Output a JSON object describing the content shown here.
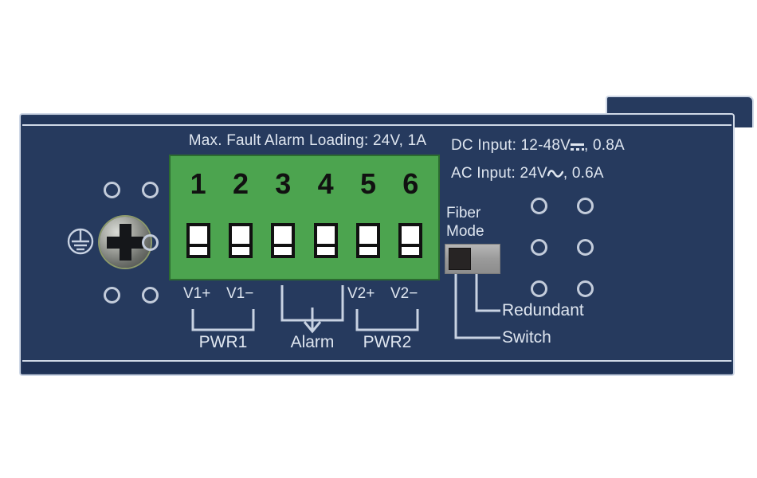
{
  "panel": {
    "alarm_loading_label": "Max. Fault Alarm Loading: 24V, 1A",
    "dc_input_prefix": "DC Input: 12-48V",
    "dc_input_suffix": ", 0.8A",
    "ac_input_prefix": "AC Input: 24V",
    "ac_input_suffix": ", 0.6A",
    "dc_symbol_name": "dc-current-symbol",
    "ac_symbol_name": "ac-current-symbol",
    "ground_symbol_name": "protective-earth-ground-icon",
    "ground_screw_name": "phillips-head-grounding-screw"
  },
  "terminal_block": {
    "numbers": [
      "1",
      "2",
      "3",
      "4",
      "5",
      "6"
    ],
    "color": "#4ca44f",
    "border_color": "#2c6b30"
  },
  "pin_labels": [
    {
      "text": "V1+"
    },
    {
      "text": "V1−"
    },
    {
      "text": "V2+"
    },
    {
      "text": "V2−"
    }
  ],
  "groups": [
    {
      "label": "PWR1"
    },
    {
      "label": "Alarm"
    },
    {
      "label": "PWR2"
    }
  ],
  "fiber_mode": {
    "line1": "Fiber",
    "line2": "Mode",
    "position_labels": [
      "Redundant",
      "Switch"
    ],
    "toggle_state": "Switch",
    "body_color": "#9a9a9a",
    "toggle_color": "#272424"
  },
  "colors": {
    "chassis": "#263a5e",
    "bezel": "#cfd8e6",
    "text": "#dfe6f0",
    "terminal_green": "#4ca44f"
  }
}
